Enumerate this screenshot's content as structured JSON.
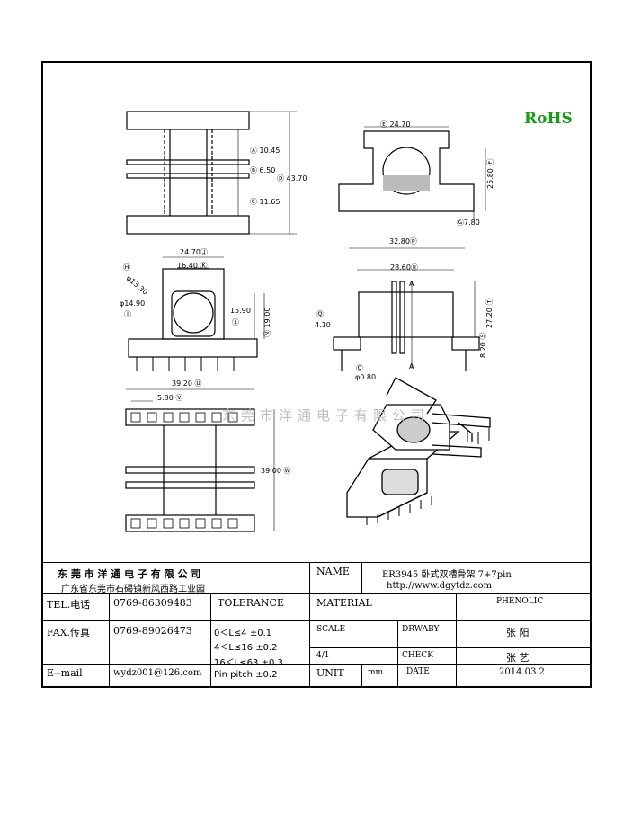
{
  "rohs": "RoHS",
  "watermark": "东莞市洋通电子有限公司",
  "dims": {
    "a": "10.45",
    "b": "6.50",
    "c": "11.65",
    "d": "43.70",
    "e": "24.70",
    "f": "25.80",
    "g": "7.80",
    "j": "24.70",
    "k": "16.40",
    "h": "13.30",
    "i": "14.90",
    "l": "15.90",
    "n": "19.00",
    "p": "32.80",
    "r": "28.60",
    "t": "27.20",
    "s": "8.20",
    "q": "4.10",
    "o": "0.80",
    "u": "39.20",
    "v": "5.80",
    "w": "39.00"
  },
  "title_block": {
    "company": "东 莞 市 洋 通 电 子 有 限 公 司",
    "address": "广东省东莞市石碣镇新风西路工业园",
    "name_label": "NAME",
    "name_value": "ER3945 卧式双槽骨架  7+7pin",
    "url": "http://www.dgytdz.com",
    "tel_label": "TEL.电话",
    "tel_value": "0769-86309483",
    "tolerance_label": "TOLERANCE",
    "material_label": "MATERIAL",
    "material_value": "PHENOLIC",
    "fax_label": "FAX.传真",
    "fax_value": "0769-89026473",
    "tol_1": "0＜L≤4   ±0.1",
    "tol_2": "4＜L≤16  ±0.2",
    "tol_3": "16＜L≤63  ±0.3",
    "tol_4": "Pin pitch ±0.2",
    "scale_label": "SCALE",
    "drawby_label": "DRWABY",
    "drawby_value": "张 阳",
    "scale_value": "4/1",
    "check_label": "CHECK",
    "check_value": "张 艺",
    "email_label": "E--mail",
    "email_value": "wydz001@126.com",
    "unit_label": "UNIT",
    "unit_value": "mm",
    "date_label": "DATE",
    "date_value": "2014.03.2"
  }
}
